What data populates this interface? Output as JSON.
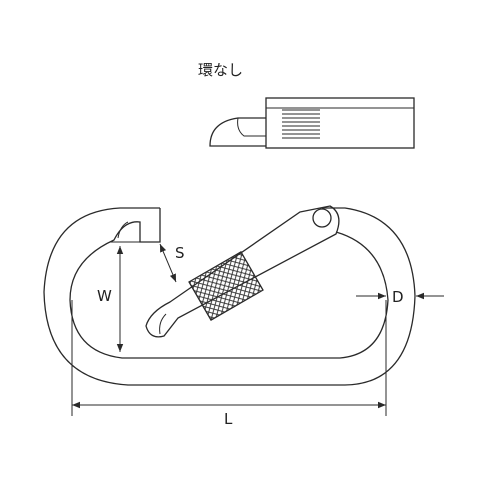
{
  "diagram": {
    "title": "環なし",
    "labels": {
      "width": "W",
      "gap": "S",
      "diameter": "D",
      "length": "L"
    }
  }
}
